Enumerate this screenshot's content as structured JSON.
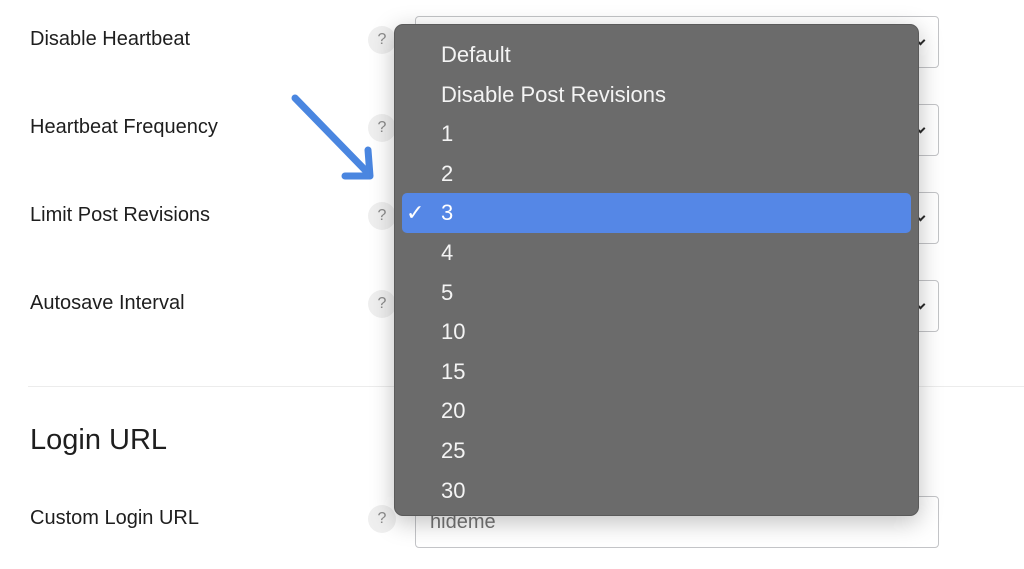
{
  "settings": {
    "rows": [
      {
        "label": "Disable Heartbeat",
        "help": "?"
      },
      {
        "label": "Heartbeat Frequency",
        "help": "?"
      },
      {
        "label": "Limit Post Revisions",
        "help": "?"
      },
      {
        "label": "Autosave Interval",
        "help": "?"
      }
    ]
  },
  "login_section": {
    "title": "Login URL",
    "custom_login": {
      "label": "Custom Login URL",
      "help": "?",
      "placeholder": "hideme"
    }
  },
  "dropdown": {
    "selected_value": "3",
    "check_glyph": "✓",
    "options": [
      "Default",
      "Disable Post Revisions",
      "1",
      "2",
      "3",
      "4",
      "5",
      "10",
      "15",
      "20",
      "25",
      "30"
    ]
  },
  "colors": {
    "accent": "#5587e6",
    "menu_bg": "#6b6b6b",
    "arrow": "#4a86e0"
  }
}
